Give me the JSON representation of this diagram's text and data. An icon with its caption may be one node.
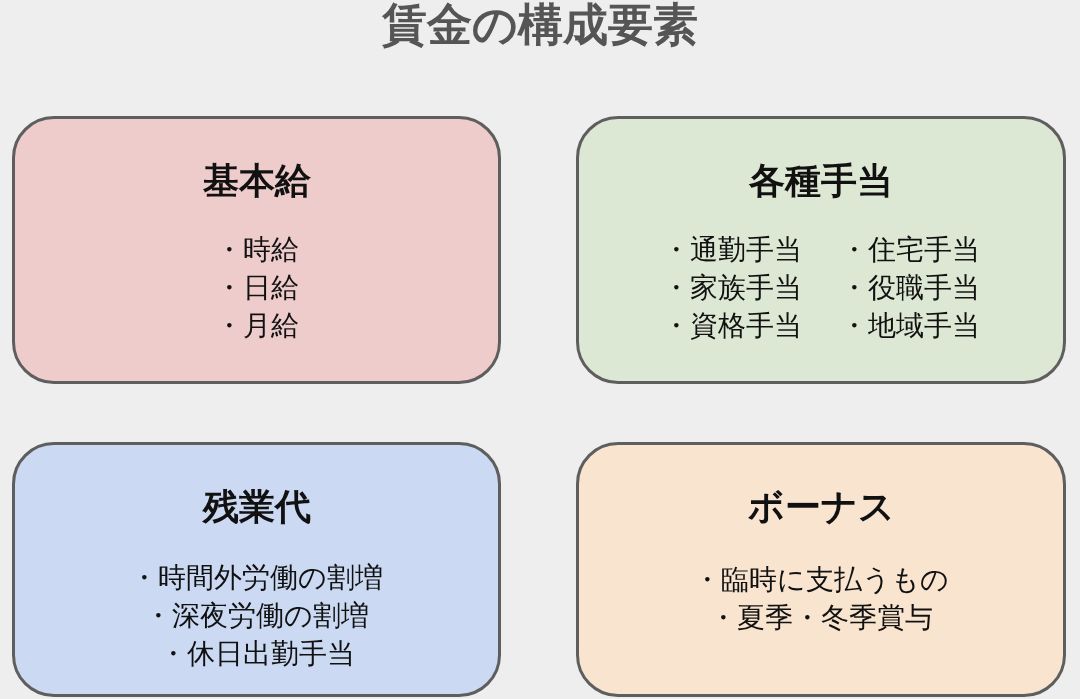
{
  "diagram": {
    "title": "賃金の構成要素",
    "nodes": [
      {
        "text": [
          "基本給",
          "・時給",
          "・日給",
          "・月給"
        ]
      },
      {
        "text": [
          "各種手当",
          "・通勤手当",
          "・住宅手当",
          "・家族手当",
          "・役職手当",
          "・資格手当",
          "・地域手当"
        ]
      },
      {
        "text": [
          "残業代",
          "・時間外労働の割増",
          "・深夜労働の割増",
          "・休日出勤手当"
        ]
      },
      {
        "text": [
          "ボーナス",
          "・臨時に支払うもの",
          "・夏季・冬季賞与"
        ]
      }
    ]
  }
}
